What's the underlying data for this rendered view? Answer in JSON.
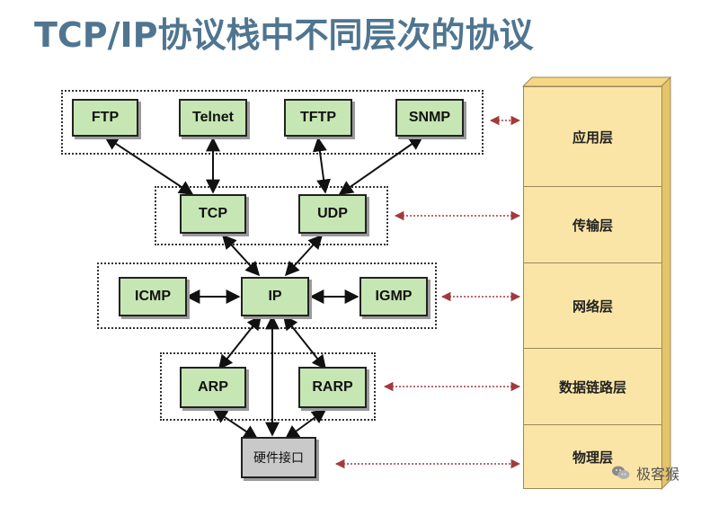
{
  "title": "TCP/IP协议栈中不同层次的协议",
  "protocols": {
    "ftp": "FTP",
    "telnet": "Telnet",
    "tftp": "TFTP",
    "snmp": "SNMP",
    "tcp": "TCP",
    "udp": "UDP",
    "icmp": "ICMP",
    "ip": "IP",
    "igmp": "IGMP",
    "arp": "ARP",
    "rarp": "RARP",
    "hardware": "硬件接口"
  },
  "layers": {
    "application": "应用层",
    "transport": "传输层",
    "network": "网络层",
    "datalink": "数据链路层",
    "physical": "物理层"
  },
  "watermark": "极客猴",
  "colors": {
    "protocol_fill": "#c6e6b3",
    "hardware_fill": "#c9c9c9",
    "layer_fill": "#fbe5a6",
    "title": "#4f7590",
    "link_arrow": "#a33a3a"
  }
}
